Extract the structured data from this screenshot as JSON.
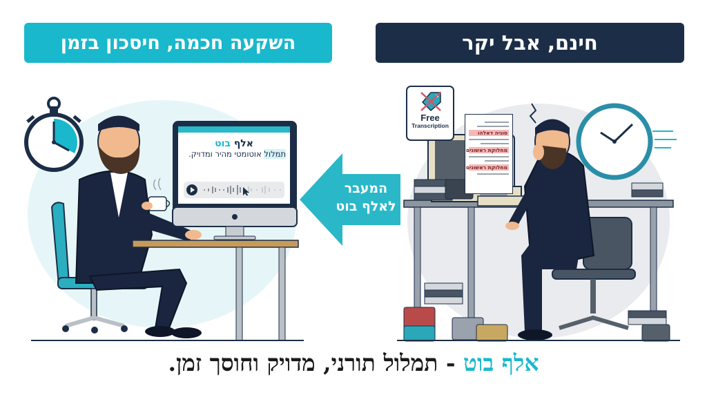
{
  "headers": {
    "left": "השקעה חכמה, חיסכון בזמן",
    "right": "חינם, אבל יקר"
  },
  "left_scene": {
    "screen": {
      "brand_part1": "אלף",
      "brand_part2": "בוט",
      "desc_highlight": "תמלול",
      "desc_rest": " אוטומטי מהיר ומדויק.",
      "audio_player": "play-button"
    },
    "icons": [
      "stopwatch-icon",
      "coffee-cup-icon",
      "mouse-cursor-icon",
      "apple-logo-icon"
    ]
  },
  "arrow": {
    "line1": "המעבר",
    "line2": "לאלף בוט"
  },
  "right_scene": {
    "badge": {
      "title": "Free",
      "subtitle": "Transcription"
    },
    "document": {
      "rows": [
        "סוגיה דאלהו",
        "מחלוקת ראשונים",
        "מחלוקת ראשונים"
      ]
    },
    "icons": [
      "wall-clock-icon",
      "price-tag-crossed-icon",
      "cassette-tape-icon",
      "retro-computer-icon"
    ]
  },
  "tagline": {
    "brand": "אלף בוט",
    "rest": " - תמלול תורני, מדויק וחוסך זמן."
  },
  "colors": {
    "accent_teal": "#1ab8cc",
    "navy": "#1c2e47"
  }
}
